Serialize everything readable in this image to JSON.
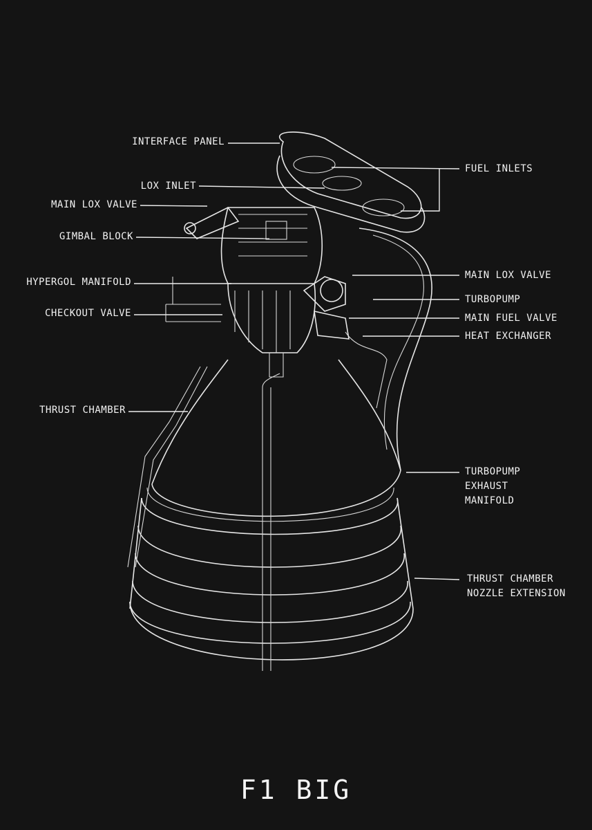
{
  "title": "F1 BIG",
  "colors": {
    "background": "#141414",
    "line": "#e6e6e6"
  },
  "labels": {
    "interface_panel": "INTERFACE PANEL",
    "lox_inlet": "LOX INLET",
    "main_lox_valve_left": "MAIN LOX VALVE",
    "gimbal_block": "GIMBAL BLOCK",
    "hypergol_manifold": "HYPERGOL MANIFOLD",
    "checkout_valve": "CHECKOUT VALVE",
    "thrust_chamber": "THRUST CHAMBER",
    "fuel_inlets": "FUEL INLETS",
    "main_lox_valve_right": "MAIN LOX VALVE",
    "turbopump": "TURBOPUMP",
    "main_fuel_valve": "MAIN FUEL VALVE",
    "heat_exchanger": "HEAT EXCHANGER",
    "turbopump_exhaust_manifold": [
      "TURBOPUMP",
      "EXHAUST",
      "MANIFOLD"
    ],
    "nozzle_extension": [
      "THRUST CHAMBER",
      "NOZZLE EXTENSION"
    ]
  }
}
